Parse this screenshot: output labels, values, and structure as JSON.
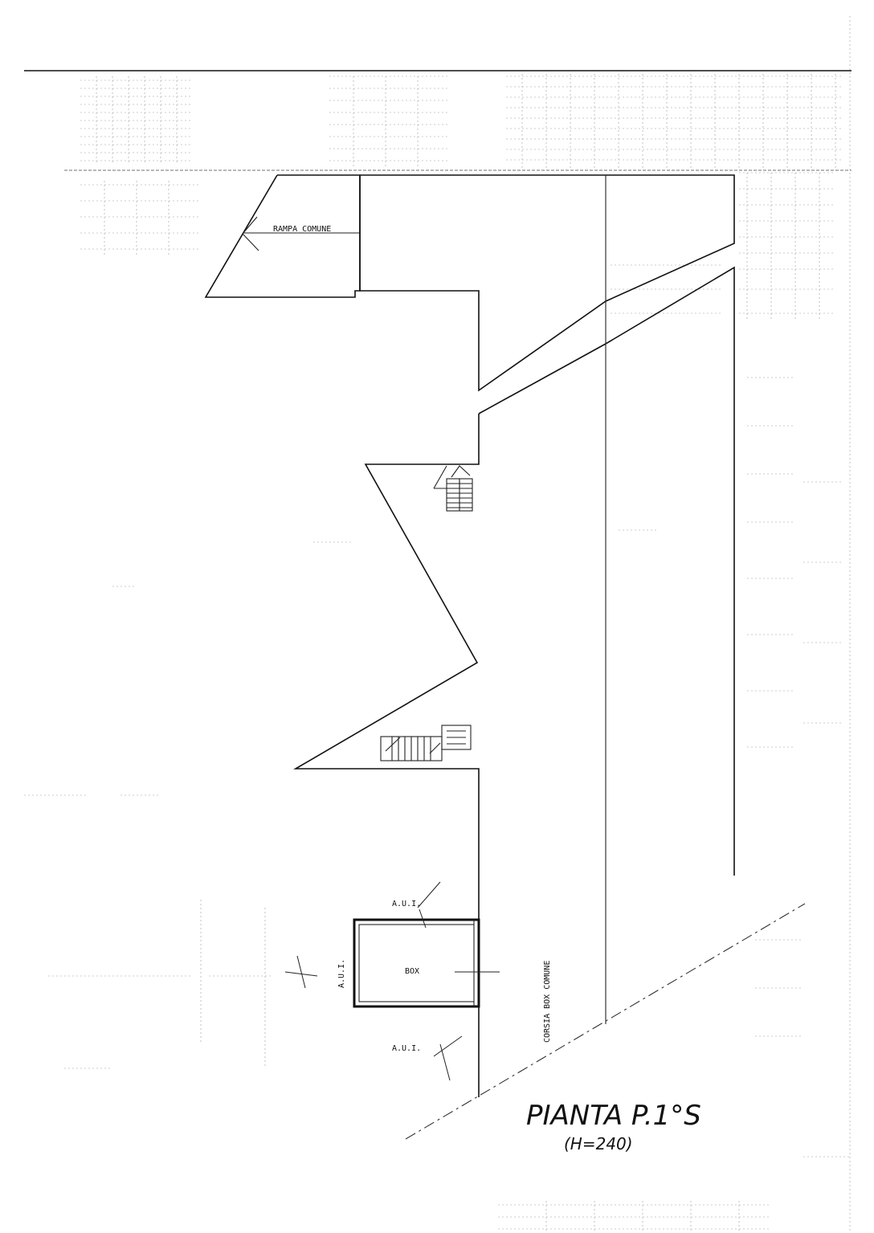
{
  "labels": {
    "rampa": "RAMPA COMUNE",
    "aui_top": "A.U.I.",
    "aui_left": "A.U.I.",
    "aui_bottom": "A.U.I.",
    "box": "BOX",
    "corsia": "CORSIA BOX COMUNE"
  },
  "title": {
    "main": "PIANTA P.1°S",
    "sub": "(H=240)"
  }
}
